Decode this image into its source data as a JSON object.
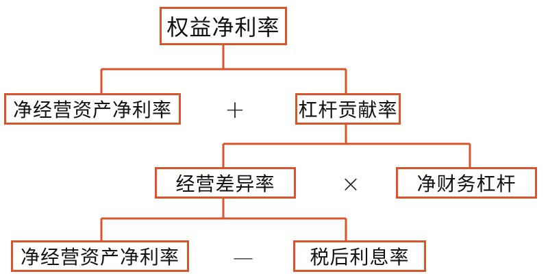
{
  "colors": {
    "box_border": "#d9542b",
    "connector": "#d9542b",
    "text": "#111111"
  },
  "nodes": {
    "root": "权益净利率",
    "level1_left": "净经营资产净利率",
    "level1_right": "杠杆贡献率",
    "level2_left": "经营差异率",
    "level2_right": "净财务杠杆",
    "level3_left": "净经营资产净利率",
    "level3_right": "税后利息率"
  },
  "operators": {
    "level1": "+",
    "level2": "×",
    "level3": "—"
  }
}
